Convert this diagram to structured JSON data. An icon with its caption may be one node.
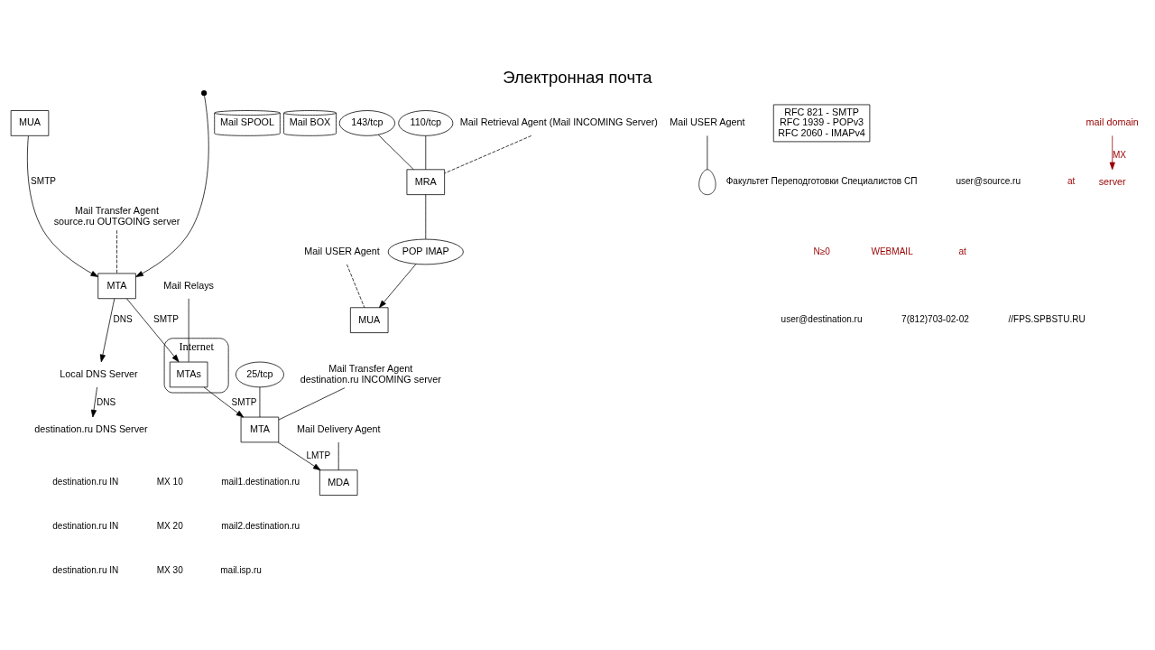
{
  "diagram": {
    "title": "Электронная почта",
    "nodes": [
      {
        "text": [
          "MUA"
        ]
      },
      {
        "text": [
          "MTA"
        ]
      },
      {
        "text": [
          "Mail SPOOL"
        ]
      },
      {
        "text": [
          "Local DNS Server"
        ]
      },
      {
        "text": [
          "Internet"
        ]
      },
      {
        "text": [
          "MTAs"
        ],
        "in": 4
      },
      {
        "text": [
          "25/tcp"
        ]
      },
      {
        "text": [
          "MTA"
        ]
      },
      {
        "text": [
          "MDA"
        ]
      },
      {
        "text": [
          "Mail BOX"
        ]
      },
      {
        "text": [
          "MRA"
        ]
      },
      {
        "text": [
          "POP IMAP"
        ]
      },
      {
        "text": [
          "MUA"
        ]
      },
      {
        "text": [
          "destination.ru DNS Server"
        ]
      },
      {
        "text": [
          "Mail USER Agent"
        ]
      },
      {
        "text": [
          "Mail Transfer Agent",
          "source.ru OUTGOING server"
        ]
      },
      {
        "text": [
          "Mail Relays"
        ]
      },
      {
        "text": [
          "Mail Transfer Agent",
          "destination.ru INCOMING server"
        ]
      },
      {
        "text": [
          "Mail Delivery Agent"
        ]
      },
      {
        "text": [
          "143/tcp"
        ]
      },
      {
        "text": [
          "110/tcp"
        ]
      },
      {
        "text": [
          "Mail USER Agent"
        ]
      },
      {
        "text": [
          "Mail Retrieval Agent (Mail INCOMING Server)"
        ]
      },
      {
        "text": [
          "RFC 821 - SMTP",
          "RFC 1939 - POPv3",
          "RFC 2060 - IMAPv4"
        ]
      },
      {
        "text": [],
        "shape": "person"
      },
      {
        "text": [
          "mail domain"
        ]
      },
      {
        "text": [
          "server"
        ]
      }
    ],
    "edges": [
      {
        "from": null,
        "to": 1,
        "arrow": "to"
      },
      {
        "from": 0,
        "to": 1,
        "arrow": "to",
        "label": "SMTP"
      },
      {
        "from": 1,
        "to": 3,
        "arrow": "to",
        "label": "DNS"
      },
      {
        "from": 1,
        "to": 5,
        "arrow": "to",
        "label": "SMTP"
      },
      {
        "from": 5,
        "to": 7,
        "arrow": "to",
        "label": "SMTP"
      },
      {
        "from": 6,
        "to": 7,
        "arrow": "none"
      },
      {
        "from": 3,
        "to": 13,
        "arrow": "to",
        "label": "DNS"
      },
      {
        "from": 7,
        "to": 8,
        "arrow": "to",
        "label": "LMTP"
      },
      {
        "from": 10,
        "to": 11,
        "arrow": "none"
      },
      {
        "from": 11,
        "to": 12,
        "arrow": "to"
      },
      {
        "from": 19,
        "to": 10,
        "arrow": "none"
      },
      {
        "from": 20,
        "to": 10,
        "arrow": "none"
      },
      {
        "from": 14,
        "to": 24,
        "arrow": "none"
      },
      {
        "from": 15,
        "to": 1,
        "arrow": "none",
        "style": "dashed"
      },
      {
        "from": 16,
        "to": 5,
        "arrow": "none"
      },
      {
        "from": 17,
        "to": 7,
        "arrow": "none"
      },
      {
        "from": 18,
        "to": 8,
        "arrow": "none"
      },
      {
        "from": 21,
        "to": 12,
        "arrow": "none",
        "style": "dashed"
      },
      {
        "from": 22,
        "to": 10,
        "arrow": "none",
        "style": "dashed"
      },
      {
        "from": 25,
        "to": 26,
        "arrow": "to",
        "label": "MX",
        "color": "#990000"
      }
    ],
    "labels": [
      "Факультет Переподготовки Специалистов СП",
      "user@source.ru",
      "at",
      "N≥0",
      "WEBMAIL",
      "at",
      "user@destination.ru",
      "7(812)703-02-02",
      "//FPS.SPBSTU.RU",
      "destination.ru IN",
      "MX 10",
      "mail1.destination.ru",
      "destination.ru IN",
      "MX 20",
      "mail2.destination.ru",
      "destination.ru IN",
      "MX 30",
      "mail.isp.ru"
    ]
  }
}
